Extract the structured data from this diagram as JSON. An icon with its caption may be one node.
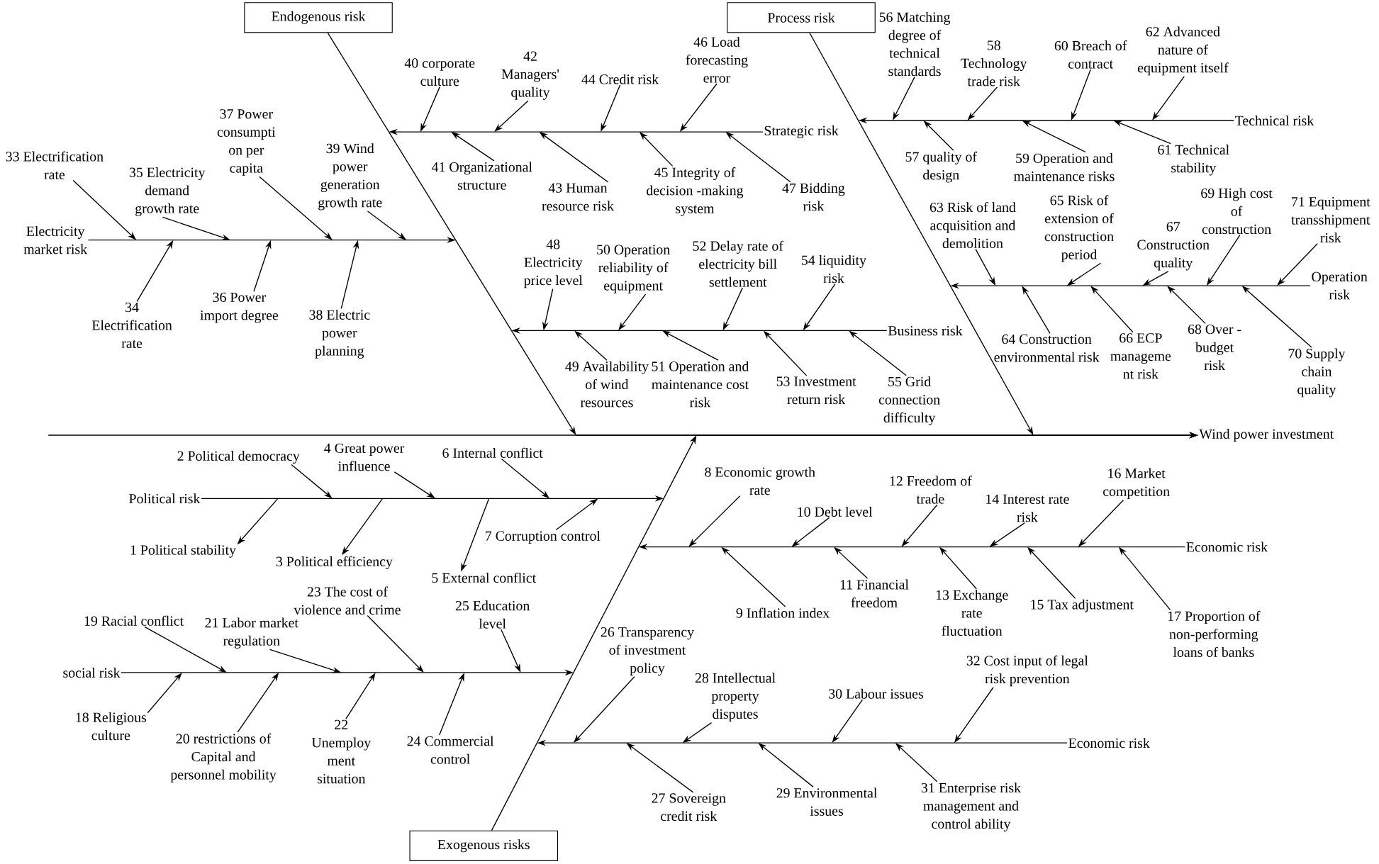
{
  "diagram": {
    "nodes": [
      {
        "text": [
          "Endogenous risk"
        ]
      },
      {
        "text": [
          "Electricity market risk"
        ]
      },
      {
        "text": [
          "33 Electrification rate"
        ]
      },
      {
        "text": [
          "35 Electricity demand growth rate"
        ]
      },
      {
        "text": [
          "37 Power consumpti on per capita"
        ]
      },
      {
        "text": [
          "39 Wind power generation growth rate"
        ]
      },
      {
        "text": [
          "34 Electrification rate"
        ]
      },
      {
        "text": [
          "36 Power import degree"
        ]
      },
      {
        "text": [
          "38 Electric power planning"
        ]
      },
      {
        "text": [
          "Strategic risk"
        ]
      },
      {
        "text": [
          "40 corporate culture"
        ]
      },
      {
        "text": [
          "42 Managers' quality"
        ]
      },
      {
        "text": [
          "44 Credit risk"
        ]
      },
      {
        "text": [
          "46 Load forecasting error"
        ]
      },
      {
        "text": [
          "41 Organizational structure"
        ]
      },
      {
        "text": [
          "43 Human resource risk"
        ]
      },
      {
        "text": [
          "45 Integrity of decision -making system"
        ]
      },
      {
        "text": [
          "47 Bidding risk"
        ]
      },
      {
        "text": [
          "Business risk"
        ]
      },
      {
        "text": [
          "48 Electricity price level"
        ]
      },
      {
        "text": [
          "50 Operation reliability of equipment"
        ]
      },
      {
        "text": [
          "52 Delay rate of electricity bill settlement"
        ]
      },
      {
        "text": [
          "54 liquidity risk"
        ]
      },
      {
        "text": [
          "49 Availability of wind resources"
        ]
      },
      {
        "text": [
          "51 Operation and maintenance cost risk"
        ]
      },
      {
        "text": [
          "53 Investment return risk"
        ]
      },
      {
        "text": [
          "55 Grid connection difficulty"
        ]
      },
      {
        "text": [
          "Process risk"
        ]
      },
      {
        "text": [
          "Technical risk"
        ]
      },
      {
        "text": [
          "56 Matching degree of technical standards"
        ]
      },
      {
        "text": [
          "58 Technology trade risk"
        ]
      },
      {
        "text": [
          "60 Breach of contract"
        ]
      },
      {
        "text": [
          "62 Advanced nature of equipment itself"
        ]
      },
      {
        "text": [
          "57 quality of design"
        ]
      },
      {
        "text": [
          "59 Operation and maintenance risks"
        ]
      },
      {
        "text": [
          "61 Technical stability"
        ]
      },
      {
        "text": [
          "Operation risk"
        ]
      },
      {
        "text": [
          "63 Risk of land acquisition and demolition"
        ]
      },
      {
        "text": [
          "65 Risk of extension of construction period"
        ]
      },
      {
        "text": [
          "67 Construction quality"
        ]
      },
      {
        "text": [
          "69 High cost of construction"
        ]
      },
      {
        "text": [
          "71 Equipment transshipment risk"
        ]
      },
      {
        "text": [
          "64 Construction environmental risk"
        ]
      },
      {
        "text": [
          "66 ECP manageme nt risk"
        ]
      },
      {
        "text": [
          "68 Over - budget risk"
        ]
      },
      {
        "text": [
          "70 Supply chain quality"
        ]
      },
      {
        "text": [
          "Wind power investment"
        ]
      },
      {
        "text": [
          "Political risk"
        ]
      },
      {
        "text": [
          "2 Political democracy"
        ]
      },
      {
        "text": [
          "4 Great power influence"
        ]
      },
      {
        "text": [
          "6 Internal conflict"
        ]
      },
      {
        "text": [
          "1 Political stability"
        ]
      },
      {
        "text": [
          "3 Political efficiency"
        ]
      },
      {
        "text": [
          "5 External conflict"
        ]
      },
      {
        "text": [
          "7 Corruption control"
        ]
      },
      {
        "text": [
          "Economic risk"
        ]
      },
      {
        "text": [
          "8 Economic growth rate"
        ]
      },
      {
        "text": [
          "10 Debt level"
        ]
      },
      {
        "text": [
          "12 Freedom of trade"
        ]
      },
      {
        "text": [
          "14 Interest rate risk"
        ]
      },
      {
        "text": [
          "16 Market competition"
        ]
      },
      {
        "text": [
          "9 Inflation index"
        ]
      },
      {
        "text": [
          "11 Financial freedom"
        ]
      },
      {
        "text": [
          "13 Exchange rate fluctuation"
        ]
      },
      {
        "text": [
          "15 Tax adjustment"
        ]
      },
      {
        "text": [
          "17 Proportion of non-performing loans of banks"
        ]
      },
      {
        "text": [
          "social risk"
        ]
      },
      {
        "text": [
          "19 Racial conflict"
        ]
      },
      {
        "text": [
          "21 Labor market regulation"
        ]
      },
      {
        "text": [
          "23 The cost of violence and crime"
        ]
      },
      {
        "text": [
          "25 Education level"
        ]
      },
      {
        "text": [
          "18 Religious culture"
        ]
      },
      {
        "text": [
          "20 restrictions of Capital and personnel mobility"
        ]
      },
      {
        "text": [
          "22 Unemploy ment situation"
        ]
      },
      {
        "text": [
          "24 Commercial control"
        ]
      },
      {
        "text": [
          "Economic risk"
        ]
      },
      {
        "text": [
          "26 Transparency of investment policy"
        ]
      },
      {
        "text": [
          "28 Intellectual property disputes"
        ]
      },
      {
        "text": [
          "30 Labour issues"
        ]
      },
      {
        "text": [
          "32 Cost input of legal risk prevention"
        ]
      },
      {
        "text": [
          "27 Sovereign credit risk"
        ]
      },
      {
        "text": [
          "29 Environmental issues"
        ]
      },
      {
        "text": [
          "31 Enterprise risk management and control ability"
        ]
      },
      {
        "text": [
          "Exogenous risks"
        ]
      }
    ],
    "edges": [
      {
        "from": 0,
        "to": 46,
        "arrow": "to"
      },
      {
        "from": 1,
        "to": 46,
        "arrow": "to"
      },
      {
        "from": 2,
        "to": 46,
        "arrow": "to"
      },
      {
        "from": 3,
        "to": 46,
        "arrow": "to"
      },
      {
        "from": 4,
        "to": 46,
        "arrow": "to"
      },
      {
        "from": 5,
        "to": 46,
        "arrow": "to"
      },
      {
        "from": 6,
        "to": 46,
        "arrow": "to"
      },
      {
        "from": 7,
        "to": 46,
        "arrow": "to"
      },
      {
        "from": 8,
        "to": 46,
        "arrow": "to"
      },
      {
        "from": 9,
        "to": 46,
        "arrow": "to"
      },
      {
        "from": 10,
        "to": 46,
        "arrow": "to"
      },
      {
        "from": 11,
        "to": 46,
        "arrow": "to"
      },
      {
        "from": 12,
        "to": 46,
        "arrow": "to"
      },
      {
        "from": 13,
        "to": 46,
        "arrow": "to"
      },
      {
        "from": 14,
        "to": 46,
        "arrow": "to"
      },
      {
        "from": 15,
        "to": 46,
        "arrow": "to"
      },
      {
        "from": 16,
        "to": 46,
        "arrow": "to"
      },
      {
        "from": 17,
        "to": 46,
        "arrow": "to"
      },
      {
        "from": 18,
        "to": 46,
        "arrow": "to"
      },
      {
        "from": 19,
        "to": 46,
        "arrow": "to"
      },
      {
        "from": 20,
        "to": 46,
        "arrow": "to"
      },
      {
        "from": 21,
        "to": 46,
        "arrow": "to"
      },
      {
        "from": 22,
        "to": 46,
        "arrow": "to"
      },
      {
        "from": 23,
        "to": 46,
        "arrow": "to"
      },
      {
        "from": 24,
        "to": 46,
        "arrow": "to"
      },
      {
        "from": 25,
        "to": 46,
        "arrow": "to"
      },
      {
        "from": 26,
        "to": 46,
        "arrow": "to"
      },
      {
        "from": 27,
        "to": 46,
        "arrow": "to"
      },
      {
        "from": 28,
        "to": 46,
        "arrow": "to"
      },
      {
        "from": 29,
        "to": 46,
        "arrow": "to"
      },
      {
        "from": 30,
        "to": 46,
        "arrow": "to"
      },
      {
        "from": 31,
        "to": 46,
        "arrow": "to"
      },
      {
        "from": 32,
        "to": 46,
        "arrow": "to"
      },
      {
        "from": 33,
        "to": 46,
        "arrow": "to"
      },
      {
        "from": 34,
        "to": 46,
        "arrow": "to"
      },
      {
        "from": 35,
        "to": 46,
        "arrow": "to"
      },
      {
        "from": 36,
        "to": 46,
        "arrow": "to"
      },
      {
        "from": 37,
        "to": 46,
        "arrow": "to"
      },
      {
        "from": 38,
        "to": 46,
        "arrow": "to"
      },
      {
        "from": 39,
        "to": 46,
        "arrow": "to"
      },
      {
        "from": 40,
        "to": 46,
        "arrow": "to"
      },
      {
        "from": 41,
        "to": 46,
        "arrow": "to"
      },
      {
        "from": 42,
        "to": 46,
        "arrow": "to"
      },
      {
        "from": 43,
        "to": 46,
        "arrow": "to"
      },
      {
        "from": 44,
        "to": 46,
        "arrow": "to"
      },
      {
        "from": 45,
        "to": 46,
        "arrow": "to"
      },
      {
        "from": null,
        "to": 46,
        "arrow": "to"
      },
      {
        "from": 47,
        "to": 46,
        "arrow": "to"
      },
      {
        "from": 48,
        "to": 46,
        "arrow": "to"
      },
      {
        "from": 49,
        "to": 46,
        "arrow": "to"
      },
      {
        "from": 50,
        "to": 46,
        "arrow": "to"
      },
      {
        "from": 47,
        "to": 51,
        "arrow": "to"
      },
      {
        "from": 47,
        "to": 52,
        "arrow": "to"
      },
      {
        "from": 47,
        "to": 53,
        "arrow": "to"
      },
      {
        "from": 54,
        "to": 46,
        "arrow": "to"
      },
      {
        "from": 55,
        "to": 46,
        "arrow": "to"
      },
      {
        "from": 56,
        "to": 46,
        "arrow": "to"
      },
      {
        "from": 57,
        "to": 46,
        "arrow": "to"
      },
      {
        "from": 58,
        "to": 46,
        "arrow": "to"
      },
      {
        "from": 59,
        "to": 46,
        "arrow": "to"
      },
      {
        "from": 60,
        "to": 46,
        "arrow": "to"
      },
      {
        "from": 61,
        "to": 46,
        "arrow": "to"
      },
      {
        "from": 62,
        "to": 46,
        "arrow": "to"
      },
      {
        "from": 63,
        "to": 46,
        "arrow": "to"
      },
      {
        "from": 64,
        "to": 46,
        "arrow": "to"
      },
      {
        "from": 65,
        "to": 46,
        "arrow": "to"
      },
      {
        "from": 66,
        "to": 46,
        "arrow": "to"
      },
      {
        "from": 67,
        "to": 46,
        "arrow": "to"
      },
      {
        "from": 68,
        "to": 46,
        "arrow": "to"
      },
      {
        "from": 69,
        "to": 46,
        "arrow": "to"
      },
      {
        "from": 70,
        "to": 46,
        "arrow": "to"
      },
      {
        "from": 71,
        "to": 46,
        "arrow": "to"
      },
      {
        "from": 72,
        "to": 46,
        "arrow": "to"
      },
      {
        "from": 73,
        "to": 46,
        "arrow": "to"
      },
      {
        "from": 74,
        "to": 46,
        "arrow": "to"
      },
      {
        "from": 75,
        "to": 46,
        "arrow": "to"
      },
      {
        "from": 76,
        "to": 46,
        "arrow": "to"
      },
      {
        "from": 77,
        "to": 46,
        "arrow": "to"
      },
      {
        "from": 78,
        "to": 46,
        "arrow": "to"
      },
      {
        "from": 79,
        "to": 46,
        "arrow": "to"
      },
      {
        "from": 80,
        "to": 46,
        "arrow": "to"
      },
      {
        "from": 81,
        "to": 46,
        "arrow": "to"
      },
      {
        "from": 82,
        "to": 46,
        "arrow": "to"
      },
      {
        "from": 83,
        "to": 46,
        "arrow": "to"
      }
    ]
  }
}
